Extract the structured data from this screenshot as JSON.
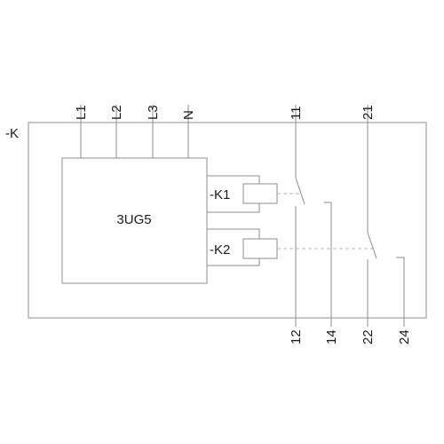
{
  "device_tag": "-K",
  "module_label": "3UG5",
  "relays": [
    {
      "label": "-K1"
    },
    {
      "label": "-K2"
    }
  ],
  "supply_terminals": [
    "L1",
    "L2",
    "L3",
    "N"
  ],
  "top_contact_terminals": [
    "11",
    "21"
  ],
  "bottom_contact_terminals": [
    "12",
    "14",
    "22",
    "24"
  ]
}
